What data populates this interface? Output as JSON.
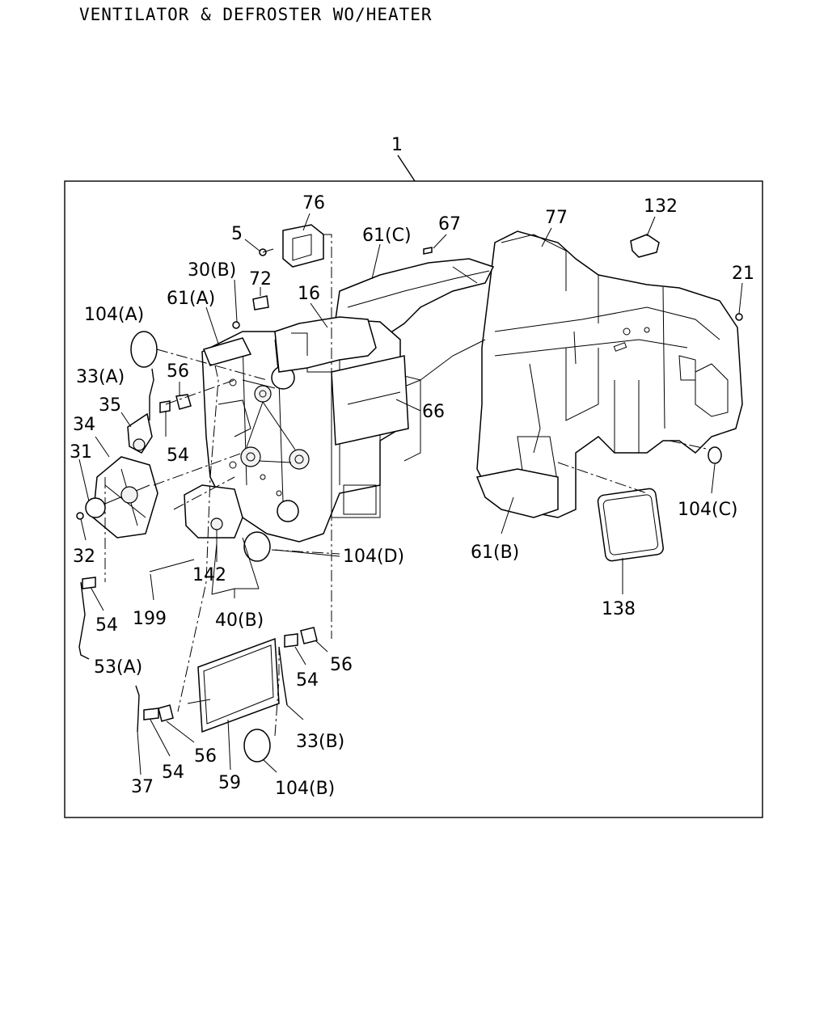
{
  "title": "VENTILATOR & DEFROSTER WO/HEATER",
  "callouts": {
    "c1": "1",
    "c76": "76",
    "c5": "5",
    "c61c": "61(C)",
    "c67": "67",
    "c77": "77",
    "c132": "132",
    "c21": "21",
    "c30b": "30(B)",
    "c72": "72",
    "c61a": "61(A)",
    "c16": "16",
    "c104a": "104(A)",
    "c33a": "33(A)",
    "c56a": "56",
    "c35": "35",
    "c34": "34",
    "c66": "66",
    "c54a": "54",
    "c31": "31",
    "c32": "32",
    "c104d": "104(D)",
    "c104c": "104(C)",
    "c61b": "61(B)",
    "c142": "142",
    "c54b": "54",
    "c199": "199",
    "c40b": "40(B)",
    "c138": "138",
    "c53a": "53(A)",
    "c56b": "56",
    "c54c": "54",
    "c33b": "33(B)",
    "c56c": "56",
    "c37": "37",
    "c54d": "54",
    "c59": "59",
    "c104b": "104(B)"
  }
}
